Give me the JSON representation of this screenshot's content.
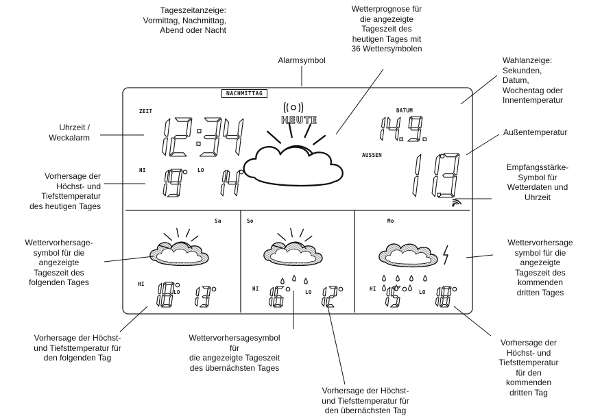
{
  "lcd": {
    "mode_label": "NACHMITTAG",
    "zeit_label": "ZEIT",
    "datum_label": "DATUM",
    "aussen_label": "AUSSEN",
    "heute_label": "HEUTE",
    "alarm_symbol": "((•))",
    "hi_label": "HI",
    "lo_label": "LO",
    "days": {
      "sa": "Sa",
      "so": "So",
      "mo": "Mo"
    }
  },
  "icons": {
    "today_weather": "sun-cloud-icon",
    "sa_weather": "sun-cloud-icon",
    "so_weather": "sun-cloud-rain-icon",
    "mo_weather": "cloud-rain-thunder-icon",
    "signal": "signal-strength-icon",
    "alarm": "alarm-icon"
  },
  "annotations": {
    "tageszeit": "Tageszeitanzeige:\nVormittag, Nachmittag,\nAbend oder Nacht",
    "alarm": "Alarmsymbol",
    "prognose": "Wetterprognose für\ndie angezeigte\nTageszeit des\nheutigen Tages mit\n36 Wettersymbolen",
    "wahl": "Wahlanzeige:\nSekunden,\nDatum,\nWochentag oder\nInnentemperatur",
    "uhrzeit": "Uhrzeit /\nWeckalarm",
    "aussen": "Außentemperatur",
    "vorhersage_heute": "Vorhersage der\nHöchst- und\nTiefsttemperatur\ndes heutigen Tages",
    "empfang": "Empfangsstärke-\nSymbol für\nWetterdaten und\nUhrzeit",
    "symbol_folgend": "Wettervorhersage-\nsymbol für die\nangezeigte\nTageszeit des\nfolgenden Tages",
    "symbol_dritter": "Wettervorhersage\nsymbol für die\nangezeigte\nTageszeit des\nkommenden\ndritten Tages",
    "temp_folgend": "Vorhersage der Höchst-\nund Tiefsttemperatur für\nden folgenden Tag",
    "symbol_uebernaechst": "Wettervorhersagesymbol\nfür\ndie angezeigte Tageszeit\ndes übernächsten Tages",
    "temp_uebernaechst": "Vorhersage der Höchst-\nund Tiefsttemperatur für\nden übernächsten Tag",
    "temp_dritter": "Vorhersage der\nHöchst- und\nTiefsttemperatur\nfür den\nkommenden\ndritten Tag"
  },
  "readings": {
    "time": "12:34",
    "date": "14.9.",
    "outdoor_temp": "11.3",
    "today_hi": "19",
    "today_lo": "14",
    "sa_hi": "18",
    "sa_lo": "13",
    "so_hi": "16",
    "so_lo": "12",
    "mo_hi": "15",
    "mo_lo": "18",
    "degree": "°"
  }
}
